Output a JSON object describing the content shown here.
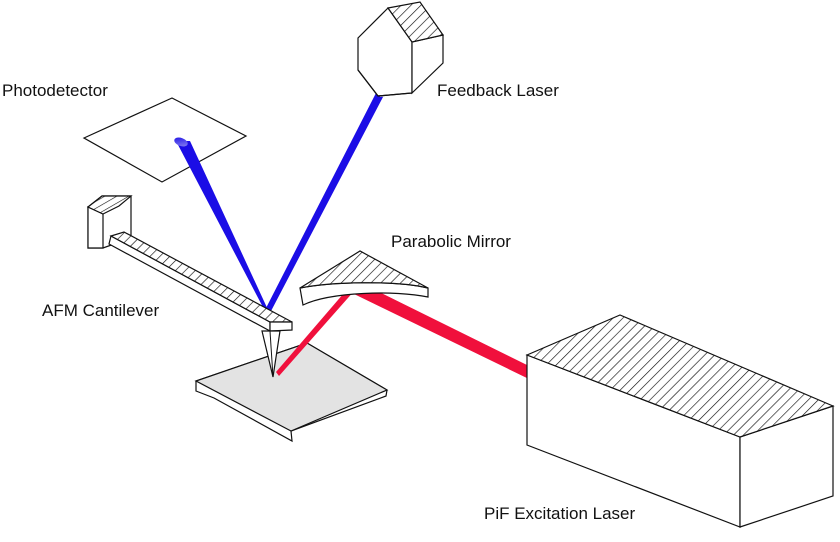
{
  "labels": {
    "photodetector": "Photodetector",
    "feedback_laser": "Feedback Laser",
    "parabolic_mirror": "Parabolic Mirror",
    "afm_cantilever": "AFM Cantilever",
    "pif_excitation_laser": "PiF Excitation Laser"
  },
  "colors": {
    "feedback_beam": "#1b0de6",
    "excitation_beam": "#f0103c",
    "outline": "#111111",
    "sample": "#e3e3e3",
    "background": "#ffffff"
  }
}
